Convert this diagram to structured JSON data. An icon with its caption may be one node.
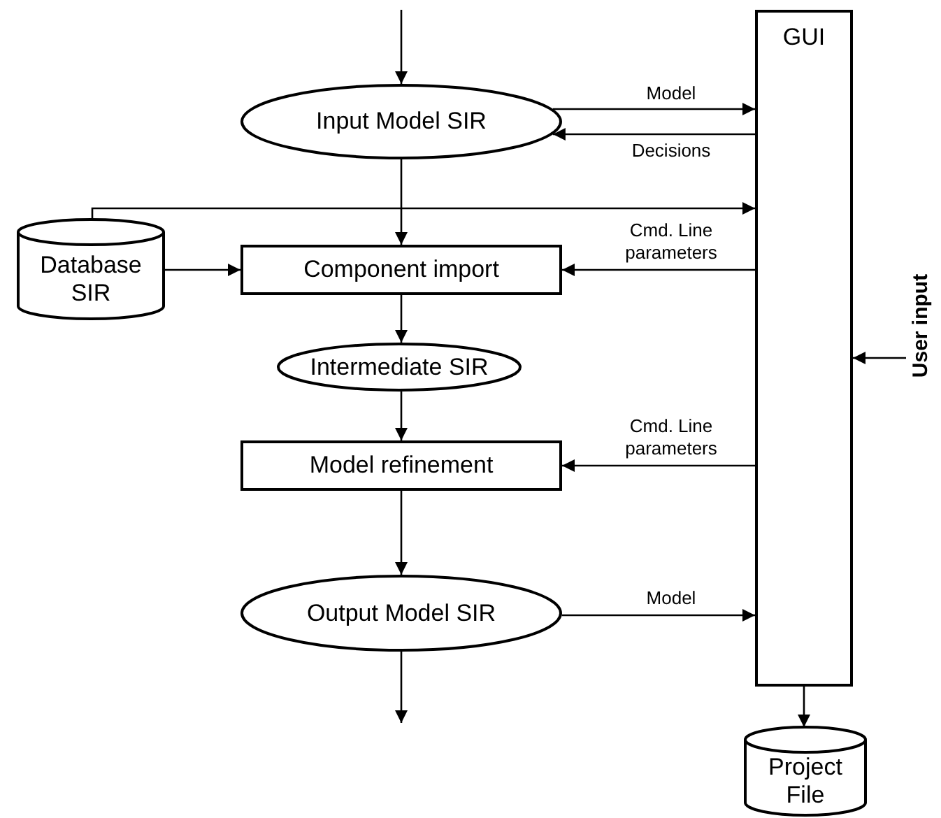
{
  "diagram": {
    "nodes": [
      {
        "text": [
          "GUI"
        ]
      },
      {
        "text": [
          "Input Model SIR"
        ]
      },
      {
        "text": [
          "Database SIR"
        ]
      },
      {
        "text": [
          "Component import"
        ]
      },
      {
        "text": [
          "Intermediate SIR"
        ]
      },
      {
        "text": [
          "Model refinement"
        ]
      },
      {
        "text": [
          "Output Model SIR"
        ]
      },
      {
        "text": [
          "User input"
        ]
      },
      {
        "text": [
          "Project File"
        ]
      }
    ],
    "edges": [
      {
        "from": null,
        "to": 1,
        "arrow": "to"
      },
      {
        "from": 1,
        "to": 0,
        "arrow": "to",
        "label": "Model"
      },
      {
        "from": 0,
        "to": 1,
        "arrow": "to",
        "label": "Decisions"
      },
      {
        "from": 2,
        "to": 0,
        "arrow": "to"
      },
      {
        "from": 1,
        "to": 3,
        "arrow": "to"
      },
      {
        "from": 2,
        "to": 3,
        "arrow": "to"
      },
      {
        "from": 0,
        "to": 3,
        "arrow": "to",
        "label": "Cmd. Line parameters"
      },
      {
        "from": 3,
        "to": 4,
        "arrow": "to"
      },
      {
        "from": 4,
        "to": 5,
        "arrow": "to"
      },
      {
        "from": 0,
        "to": 5,
        "arrow": "to",
        "label": "Cmd. Line parameters"
      },
      {
        "from": 5,
        "to": 6,
        "arrow": "to"
      },
      {
        "from": 6,
        "to": 0,
        "arrow": "to",
        "label": "Model"
      },
      {
        "from": 6,
        "to": null,
        "arrow": "to"
      },
      {
        "from": 7,
        "to": 0,
        "arrow": "to"
      },
      {
        "from": 0,
        "to": 8,
        "arrow": "to"
      }
    ]
  }
}
